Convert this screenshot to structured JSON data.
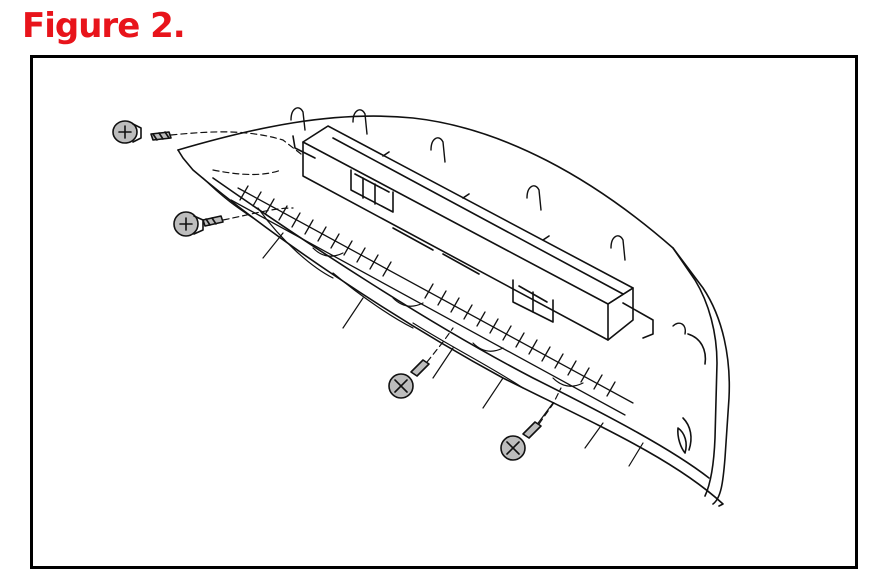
{
  "figure": {
    "title": "Figure 2.",
    "title_color": "#e8141b"
  },
  "diagram": {
    "line_color": "#111111",
    "screw_fill": "#bdbdbd",
    "parts": [
      {
        "name": "rear-trim-panel"
      },
      {
        "name": "control-module"
      },
      {
        "name": "screw",
        "count": 4
      }
    ]
  }
}
